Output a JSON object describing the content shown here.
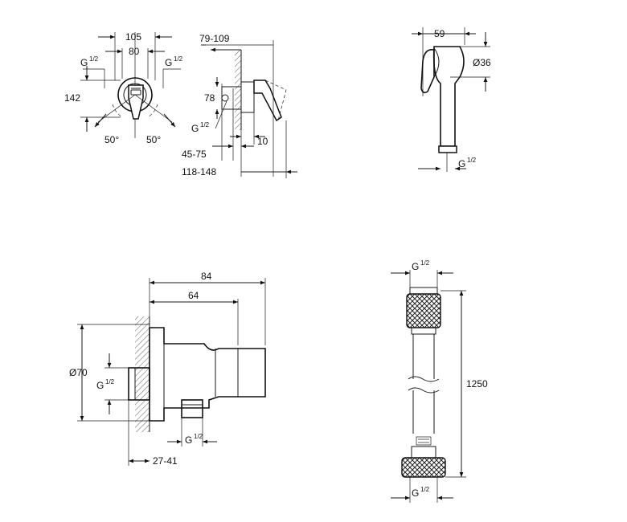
{
  "labels": {
    "mixer": {
      "w105": "105",
      "w80": "80",
      "g_left": "G",
      "g_left_frac": "1/2",
      "g_right": "G",
      "g_right_frac": "1/2",
      "h142": "142",
      "a50_left": "50°",
      "a50_right": "50°"
    },
    "mixer_side": {
      "d79_109": "79-109",
      "d78": "78",
      "g": "G",
      "g_frac": "1/2",
      "d45_75": "45-75",
      "d10": "10",
      "d118_148": "118-148"
    },
    "handshower": {
      "w59": "59",
      "d36": "Ø36",
      "g": "G",
      "g_frac": "1/2"
    },
    "elbow": {
      "w84": "84",
      "w64": "64",
      "d70": "Ø70",
      "g_left": "G",
      "g_left_frac": "1/2",
      "g_bottom": "G",
      "g_bottom_frac": "1/2",
      "d27_41": "27-41"
    },
    "hose": {
      "g_top": "G",
      "g_top_frac": "1/2",
      "len": "1250",
      "g_bottom": "G",
      "g_bottom_frac": "1/2"
    }
  }
}
